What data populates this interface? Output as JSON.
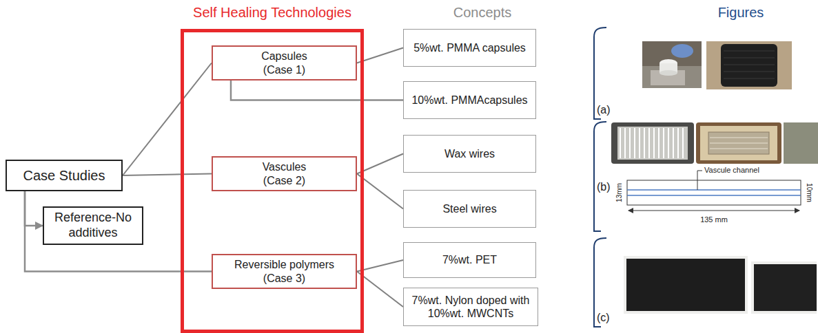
{
  "diagram": {
    "nodes": [
      {
        "text": [
          "Case Studies"
        ]
      },
      {
        "text": [
          "Reference-No additives"
        ]
      },
      {
        "text": [
          "Self Healing Technologies"
        ]
      },
      {
        "text": [
          "Capsules (Case 1)"
        ],
        "in": 2
      },
      {
        "text": [
          "Vascules (Case 2)"
        ],
        "in": 2
      },
      {
        "text": [
          "Reversible polymers (Case 3)"
        ],
        "in": 2
      },
      {
        "text": [
          "5%wt. PMMA capsules"
        ]
      },
      {
        "text": [
          "10%wt. PMMAcapsules"
        ]
      },
      {
        "text": [
          "Wax wires"
        ]
      },
      {
        "text": [
          "Steel wires"
        ]
      },
      {
        "text": [
          "7%wt. PET"
        ]
      },
      {
        "text": [
          "7%wt. Nylon doped with 10%wt. MWCNTs"
        ]
      }
    ],
    "edges": [
      {
        "from": 0,
        "to": 3,
        "arrow": "none"
      },
      {
        "from": 0,
        "to": 4,
        "arrow": "none"
      },
      {
        "from": 0,
        "to": 5,
        "arrow": "none"
      },
      {
        "from": 0,
        "to": 1,
        "arrow": "to"
      },
      {
        "from": 3,
        "to": 6,
        "arrow": "none"
      },
      {
        "from": 3,
        "to": 7,
        "arrow": "none"
      },
      {
        "from": 4,
        "to": 8,
        "arrow": "none"
      },
      {
        "from": 4,
        "to": 9,
        "arrow": "none"
      },
      {
        "from": 5,
        "to": 10,
        "arrow": "none"
      },
      {
        "from": 5,
        "to": 11,
        "arrow": "none"
      }
    ],
    "labels": [
      "Concepts",
      "Figures",
      "(a)",
      "(b)",
      "Vascule channel",
      "13mm",
      "10mm",
      "135 mm",
      "(c)"
    ]
  }
}
